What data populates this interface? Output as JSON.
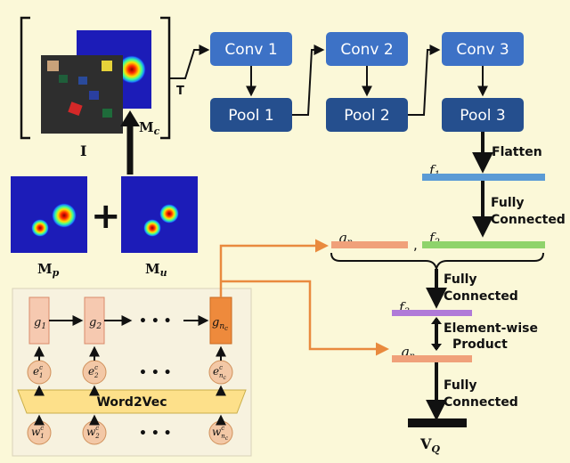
{
  "colors": {
    "background": "#fbf8d8",
    "conv_box": "#3d72c6",
    "pool_box": "#254f8e",
    "box_text": "#ffffff",
    "orange_arrow": "#e98a3e",
    "f1_bar": "#5b9bd5",
    "g_bar": "#f0a17a",
    "f2_bar": "#8fd36b",
    "f3_bar": "#b07ad8",
    "gnc_cell": "#ee8a3c",
    "g_cell": "#f6c9b0",
    "embed_circle": "#f3c8a6",
    "word2vec_bar": "#fde08a",
    "panel_bg": "#f7f2df"
  },
  "input": {
    "image_label": "I",
    "transpose_label": "T",
    "heatmap_c_label": "M",
    "heatmap_c_sub": "c",
    "heatmap_p_label": "M",
    "heatmap_p_sub": "p",
    "heatmap_u_label": "M",
    "heatmap_u_sub": "u",
    "plus": "+"
  },
  "cnn": {
    "conv1": "Conv 1",
    "conv2": "Conv 2",
    "conv3": "Conv 3",
    "pool1": "Pool 1",
    "pool2": "Pool 2",
    "pool3": "Pool 3"
  },
  "features": {
    "flatten": "Flatten",
    "f1": "f",
    "f1_sub": "1",
    "fc1_line1": "Fully",
    "fc1_line2": "Connected",
    "g_nc": "g",
    "g_nc_sub": "n",
    "g_nc_subsub": "c",
    "comma": ",",
    "f2": "f",
    "f2_sub": "2",
    "fc2_line1": "Fully",
    "fc2_line2": "Connected",
    "f3": "f",
    "f3_sub": "3",
    "ew_line1": "Element-wise",
    "ew_line2": "Product",
    "g_nc2": "g",
    "g_nc2_sub": "n",
    "g_nc2_subsub": "c",
    "fc3_line1": "Fully",
    "fc3_line2": "Connected",
    "output": "V",
    "output_sub": "Q"
  },
  "language": {
    "word2vec": "Word2Vec",
    "dots": "• • •",
    "g1": "g",
    "g1_sub": "1",
    "g2": "g",
    "g2_sub": "2",
    "gn": "g",
    "gn_sub": "n",
    "gn_subsub": "c",
    "e": "e",
    "e_sup": "c",
    "w": "w",
    "w_sup": "c",
    "e1_sub": "1",
    "e2_sub": "2",
    "en_sub": "n",
    "w1_sub": "1",
    "w2_sub": "2",
    "wn_sub": "n",
    "en_subsub": "c",
    "wn_subsub": "c"
  }
}
